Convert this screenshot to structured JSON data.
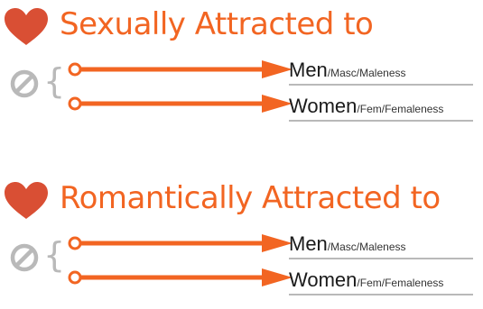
{
  "colors": {
    "accent": "#f26522",
    "heart": "#d94f34",
    "icon_gray": "#b9b9b9",
    "text_dark": "#1a1a1a"
  },
  "sections": [
    {
      "title": "Sexually Attracted to",
      "icons": {
        "heading": "heart-icon",
        "null": "null-circle-icon"
      },
      "options": [
        {
          "main": "Men",
          "sub": "/Masc/Maleness"
        },
        {
          "main": "Women",
          "sub": "/Fem/Femaleness"
        }
      ]
    },
    {
      "title": "Romantically Attracted to",
      "icons": {
        "heading": "heart-icon",
        "null": "null-circle-icon"
      },
      "options": [
        {
          "main": "Men",
          "sub": "/Masc/Maleness"
        },
        {
          "main": "Women",
          "sub": "/Fem/Femaleness"
        }
      ]
    }
  ]
}
